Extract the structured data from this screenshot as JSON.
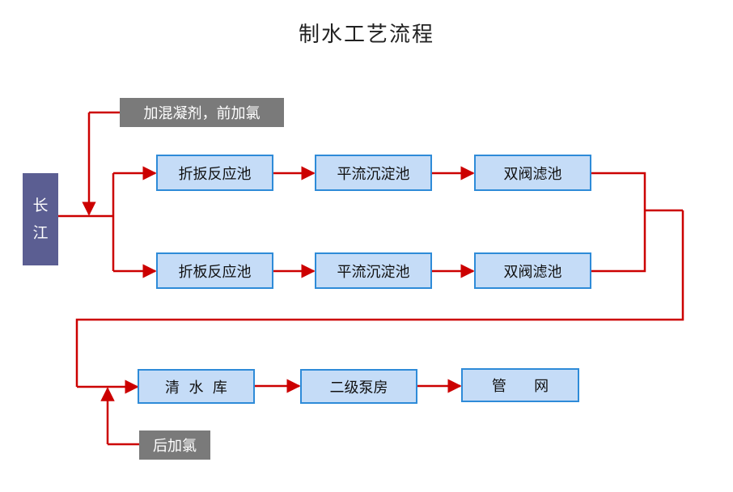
{
  "title": "制水工艺流程",
  "source": {
    "chars": [
      "长",
      "江"
    ]
  },
  "notes": {
    "top": "加混凝剂，前加氯",
    "bottom": "后加氯"
  },
  "row1": {
    "reactor": "折扳反应池",
    "sedimentation": "平流沉淀池",
    "filter": "双阀滤池"
  },
  "row2": {
    "reactor": "折板反应池",
    "sedimentation": "平流沉淀池",
    "filter": "双阀滤池"
  },
  "row3": {
    "reservoir": "清  水  库",
    "pump": "二级泵房",
    "network": "管      网"
  },
  "colors": {
    "line": "#cc0000",
    "box_fill": "#c5dcf7",
    "box_border": "#2e8bd8",
    "source_fill": "#5b5e92",
    "note_fill": "#7a7a7a"
  }
}
